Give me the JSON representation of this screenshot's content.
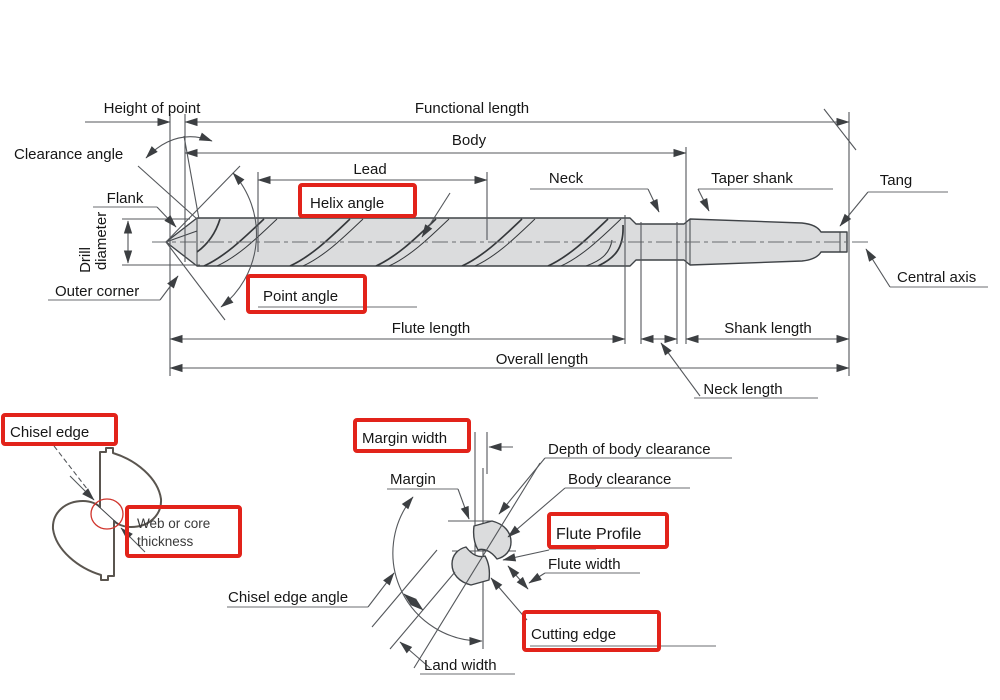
{
  "highlight_color": "#e2231a",
  "side_view": {
    "labels": {
      "height_of_point": "Height of point",
      "functional_length": "Functional length",
      "body": "Body",
      "lead": "Lead",
      "clearance_angle": "Clearance angle",
      "helix_angle": "Helix angle",
      "neck": "Neck",
      "taper_shank": "Taper shank",
      "tang": "Tang",
      "flank": "Flank",
      "drill_diameter_line1": "Drill",
      "drill_diameter_line2": "diameter",
      "outer_corner": "Outer corner",
      "point_angle": "Point angle",
      "flute_length": "Flute length",
      "shank_length": "Shank length",
      "overall_length": "Overall length",
      "neck_length": "Neck length",
      "central_axis": "Central axis"
    }
  },
  "cross_section": {
    "labels": {
      "chisel_edge": "Chisel edge",
      "web_thickness_line1": "Web or core",
      "web_thickness_line2": "thickness"
    }
  },
  "end_view": {
    "labels": {
      "margin_width": "Margin width",
      "depth_of_body_clearance": "Depth of body clearance",
      "margin": "Margin",
      "body_clearance": "Body clearance",
      "flute_profile": "Flute Profile",
      "flute_width": "Flute width",
      "chisel_edge_angle": "Chisel edge angle",
      "cutting_edge": "Cutting edge",
      "land_width": "Land width"
    }
  }
}
